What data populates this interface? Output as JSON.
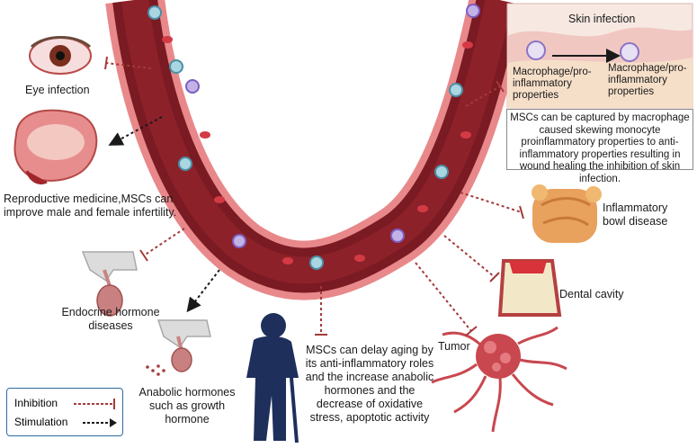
{
  "labels": {
    "eye_infection": "Eye infection",
    "reproductive": "Reproductive medicine,MSCs can improve male and female infertility.",
    "endocrine": "Endocrine hormone diseases",
    "anabolic": "Anabolic hormones such as growth hormone",
    "aging": "MSCs can delay aging by its anti-inflammatory roles and the increase anabolic hormones and the decrease of oxidative stress, apoptotic activity",
    "tumor": "Tumor",
    "dental_cavity": "Dental cavity",
    "ibd": "Inflammatory bowl disease",
    "skin_infection_title": "Skin infection",
    "macrophage_left": "Macrophage/pro-inflammatory properties",
    "macrophage_right": "Macrophage/pro-inflammatory properties",
    "skin_box_text": "MSCs can be captured by macrophage caused skewing monocyte proinflammatory properties to anti-inflammatory properties resulting in wound healing the inhibition of skin infection."
  },
  "legend": {
    "inhibition": "Inhibition",
    "stimulation": "Stimulation"
  },
  "colors": {
    "vessel_wall": "#e8888a",
    "vessel_lumen": "#7a1a22",
    "inhibition_line": "#a33a3a",
    "stimulation_line": "#1a1a1a",
    "legend_border": "#2d6ba8",
    "elder_figure": "#1f2f5c"
  }
}
